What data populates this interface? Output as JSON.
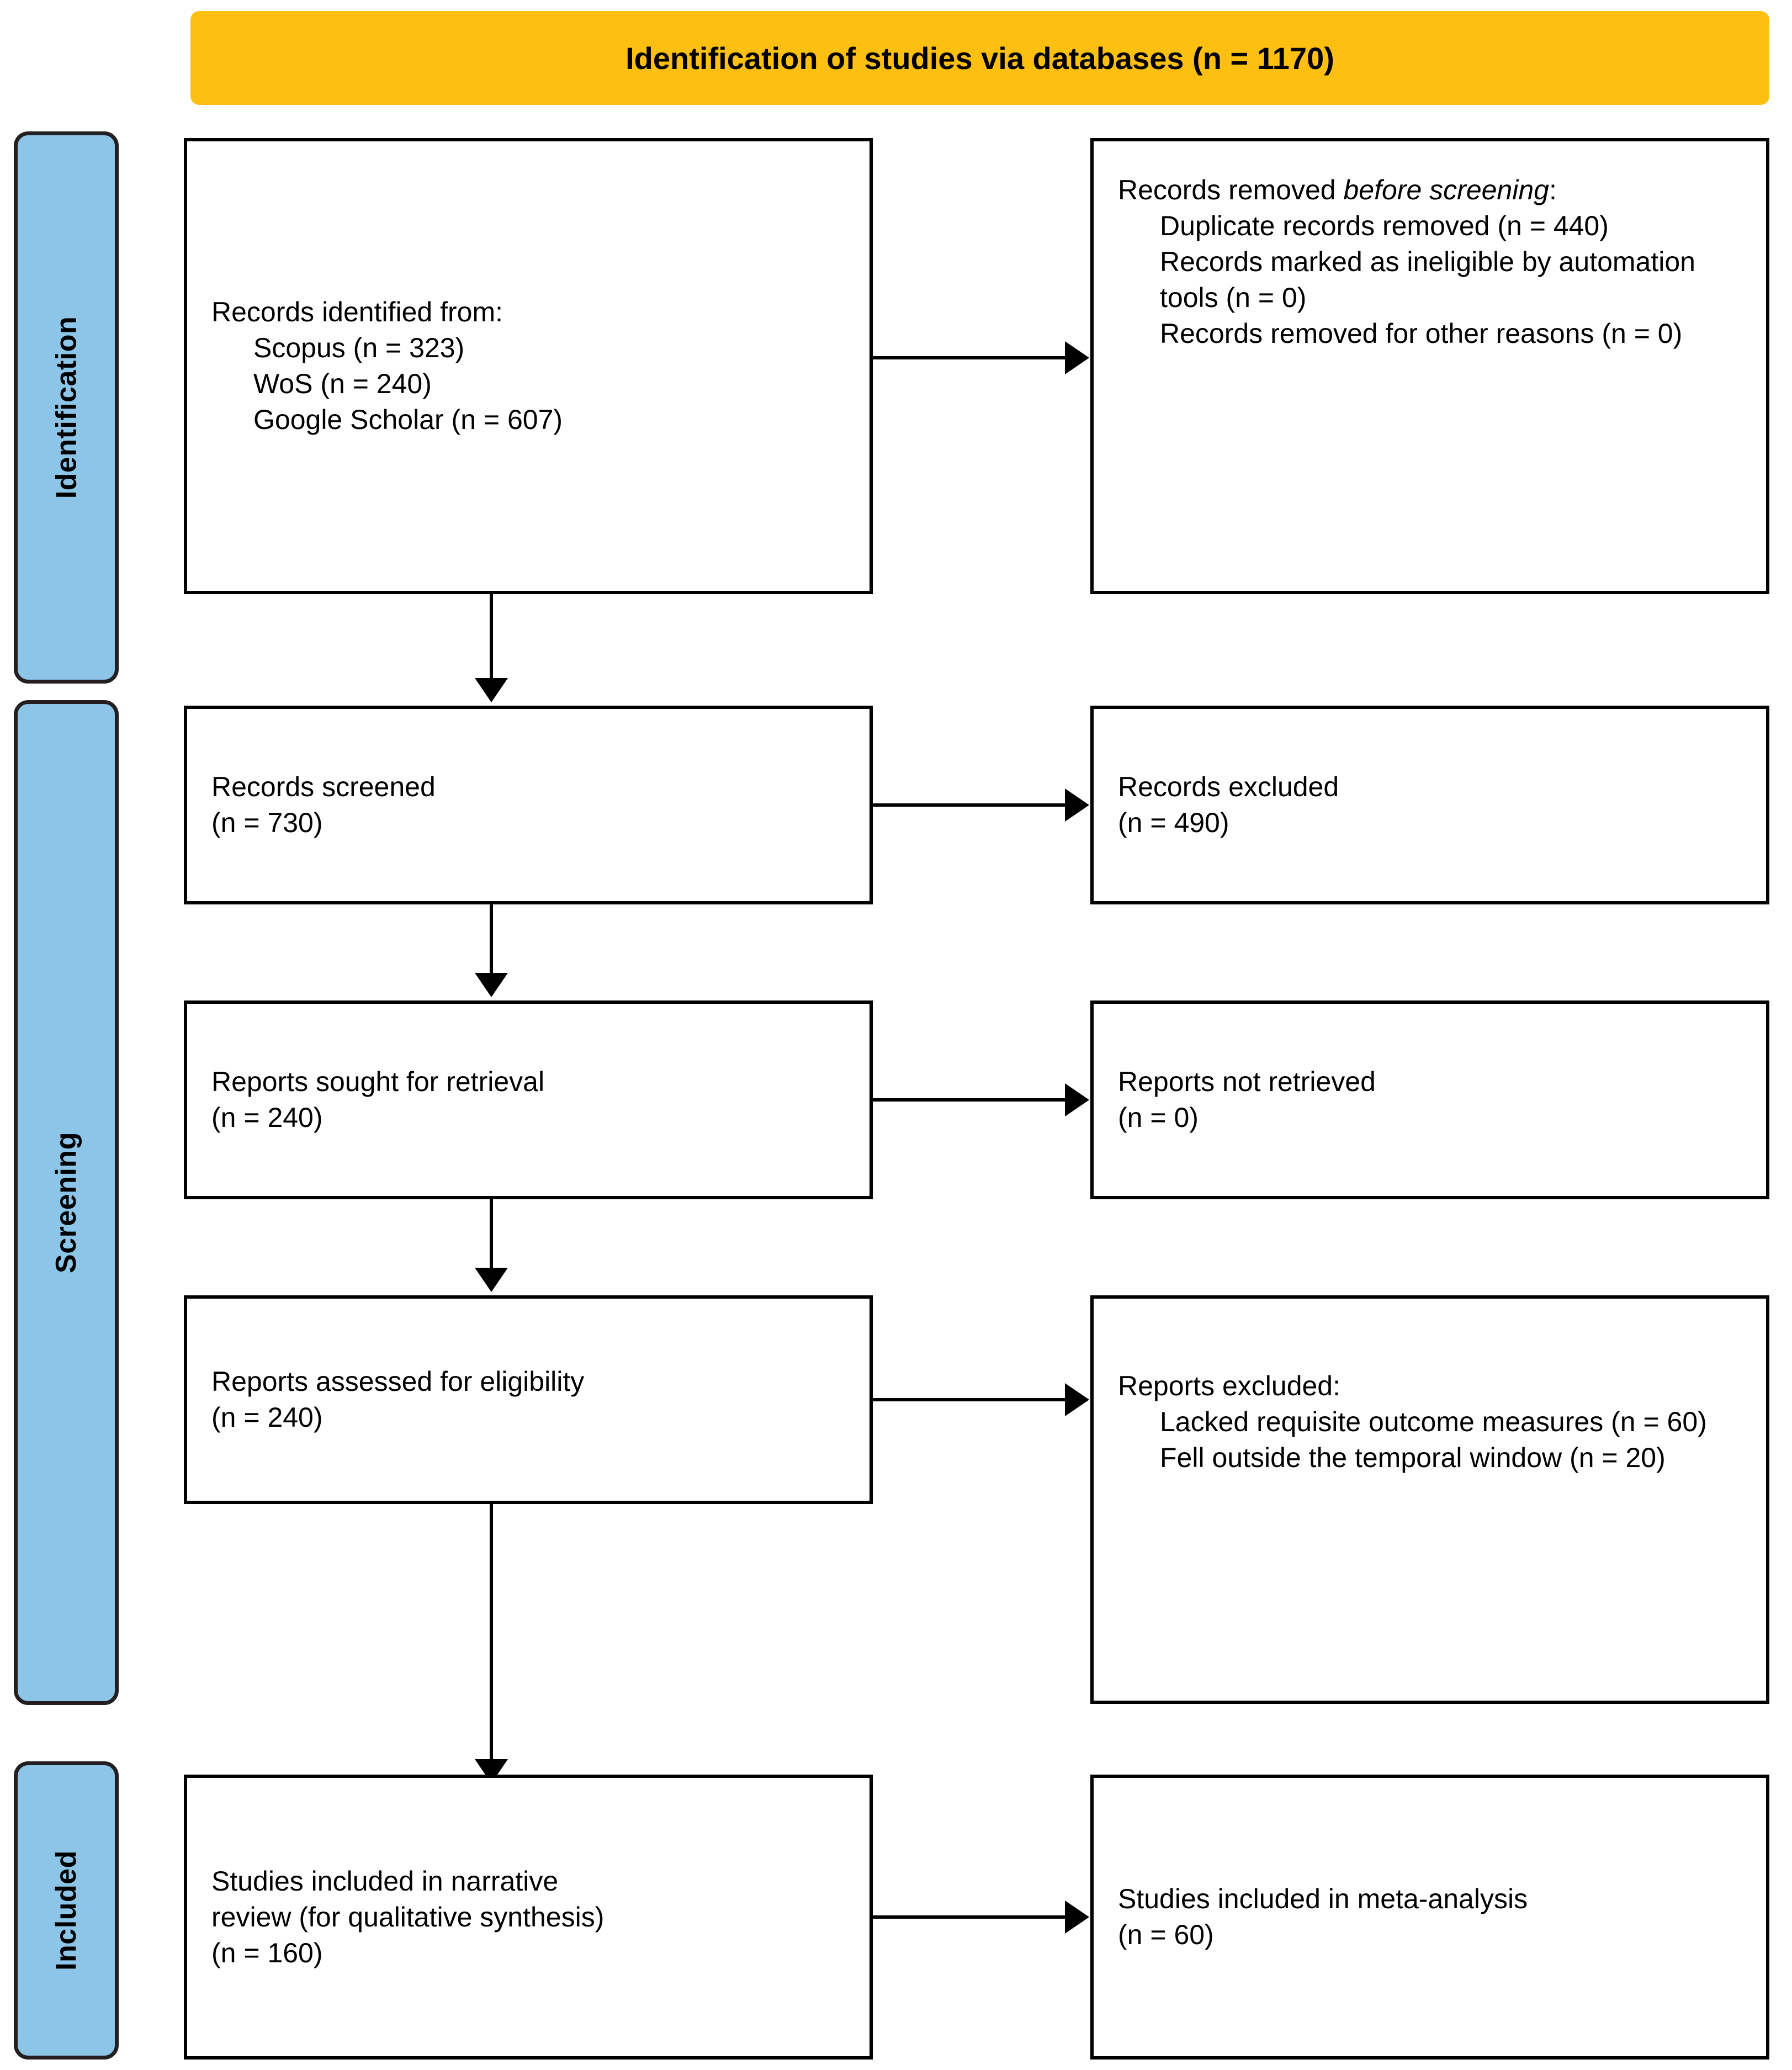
{
  "diagram": {
    "type": "PRISMA 2020 flow diagram",
    "colors": {
      "header_banner": "#fdc010",
      "phase_bar": "#8cc5e8",
      "box_border": "#000000",
      "box_fill": "#ffffff",
      "text": "#000000"
    }
  },
  "header": {
    "title": "Identification of studies via databases (n = 1170)"
  },
  "phases": [
    {
      "id": "identification",
      "label": "Identification"
    },
    {
      "id": "screening",
      "label": "Screening"
    },
    {
      "id": "included",
      "label": "Included"
    }
  ],
  "boxes": {
    "records_identified": {
      "heading": "Records identified from:",
      "items": [
        "Scopus (n = 323)",
        "WoS (n = 240)",
        "Google Scholar (n = 607)"
      ]
    },
    "records_removed": {
      "heading_plain": "Records removed ",
      "heading_italic": "before screening",
      "heading_suffix": ":",
      "items": [
        "Duplicate records removed (n = 440)",
        "Records marked as ineligible by automation tools (n = 0)",
        "Records removed for other reasons (n = 0)"
      ]
    },
    "records_screened": {
      "line1": "Records screened",
      "line2": "(n = 730)"
    },
    "records_excluded": {
      "line1": "Records excluded",
      "line2": "(n = 490)"
    },
    "reports_sought": {
      "line1": "Reports sought for retrieval",
      "line2": "(n = 240)"
    },
    "reports_not_retrieved": {
      "line1": "Reports not retrieved",
      "line2": "(n = 0)"
    },
    "reports_assessed": {
      "line1": "Reports assessed for eligibility",
      "line2": "(n = 240)"
    },
    "reports_excluded": {
      "heading": "Reports excluded:",
      "items": [
        "Lacked requisite outcome measures (n = 60)",
        "Fell outside the temporal window (n = 20)"
      ]
    },
    "studies_narrative": {
      "line1": "Studies included in narrative",
      "line2": "review (for qualitative synthesis)",
      "line3": "(n = 160)"
    },
    "studies_meta": {
      "line1": "Studies included in meta-analysis",
      "line2": "(n = 60)"
    }
  },
  "counts": {
    "total_identified": 1170,
    "scopus": 323,
    "wos": 240,
    "google_scholar": 607,
    "duplicates_removed": 440,
    "ineligible_automation": 0,
    "removed_other": 0,
    "screened": 730,
    "excluded_screening": 490,
    "sought_retrieval": 240,
    "not_retrieved": 0,
    "assessed_eligibility": 240,
    "excluded_no_outcome": 60,
    "excluded_temporal": 20,
    "included_narrative": 160,
    "included_meta": 60
  }
}
